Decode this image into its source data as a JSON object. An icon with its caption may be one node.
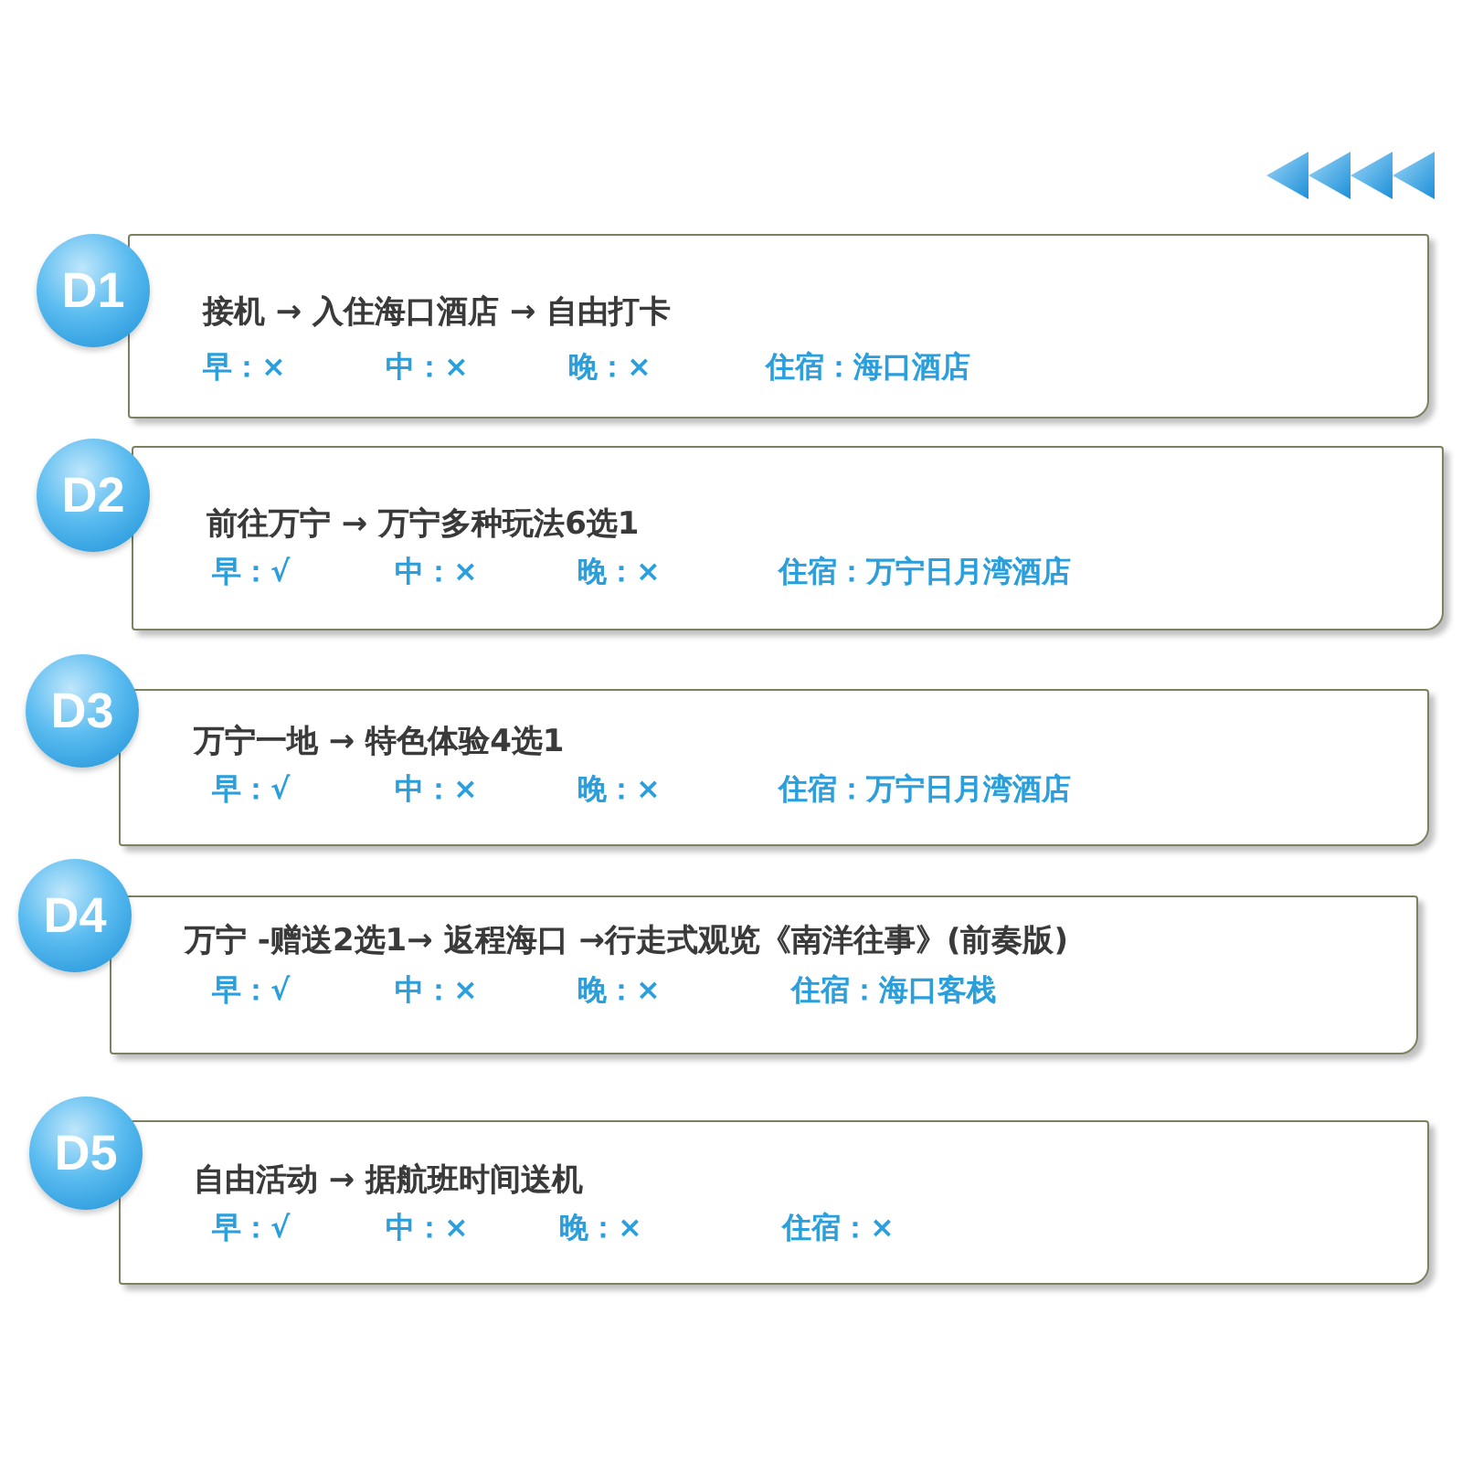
{
  "diagram": {
    "nodes": [
      {
        "text": [
          "D1"
        ]
      },
      {
        "text": [
          "接机 → 入住海口酒店 → 自由打卡",
          "早：×",
          "中：×",
          "晚：×",
          "住宿：海口酒店"
        ]
      },
      {
        "text": [
          "D2"
        ]
      },
      {
        "text": [
          "前往万宁 → 万宁多种玩法6选1",
          "早：√",
          "中：×",
          "晚：×",
          "住宿：万宁日月湾酒店"
        ]
      },
      {
        "text": [
          "D3"
        ]
      },
      {
        "text": [
          "万宁一地 → 特色体验4选1",
          "早：√",
          "中：×",
          "晚：×",
          "住宿：万宁日月湾酒店"
        ]
      },
      {
        "text": [
          "D4"
        ]
      },
      {
        "text": [
          "万宁 -赠送2选1→ 返程海口 →行走式观览《南洋往事》(前奏版)",
          "早：√",
          "中：×",
          "晚：×",
          "住宿：海口客栈"
        ]
      },
      {
        "text": [
          "D5"
        ]
      },
      {
        "text": [
          "自由活动 → 据航班时间送机",
          "早：√",
          "中：×",
          "晚：×",
          "住宿：×"
        ]
      }
    ]
  }
}
